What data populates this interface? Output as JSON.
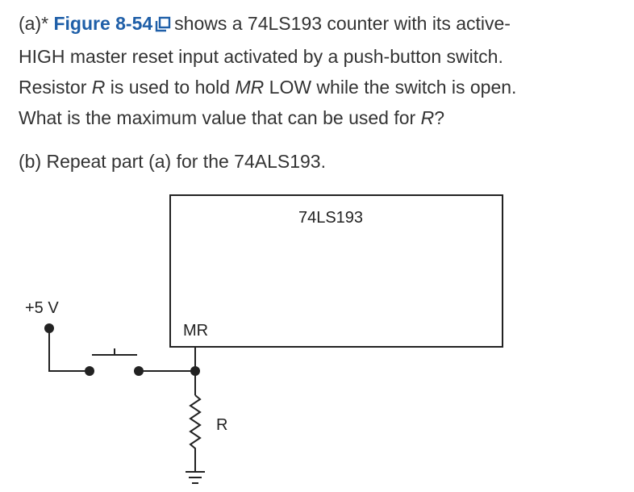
{
  "question": {
    "part_a_prefix": "(a)*",
    "figure_link": "Figure 8-54",
    "line1_rest": "shows a 74LS193 counter with its active-",
    "line2": "HIGH master reset input activated by a push-button switch.",
    "line3_pre": "Resistor",
    "line3_R": "R",
    "line3_mid": "is used to hold",
    "line3_MR": "MR",
    "line3_post": "LOW while the switch is open.",
    "line4_pre": "What is the maximum value that can be used for",
    "line4_R": "R",
    "line4_post": "?",
    "part_b": "(b) Repeat part (a) for the 74ALS193."
  },
  "circuit": {
    "chip_label": "74LS193",
    "supply_label": "+5 V",
    "input_label": "MR",
    "resistor_label": "R"
  },
  "colors": {
    "link": "#1f5fa8",
    "text": "#333333",
    "wire": "#222222"
  },
  "icons": {
    "figure_link_icon": "external-window-icon"
  }
}
